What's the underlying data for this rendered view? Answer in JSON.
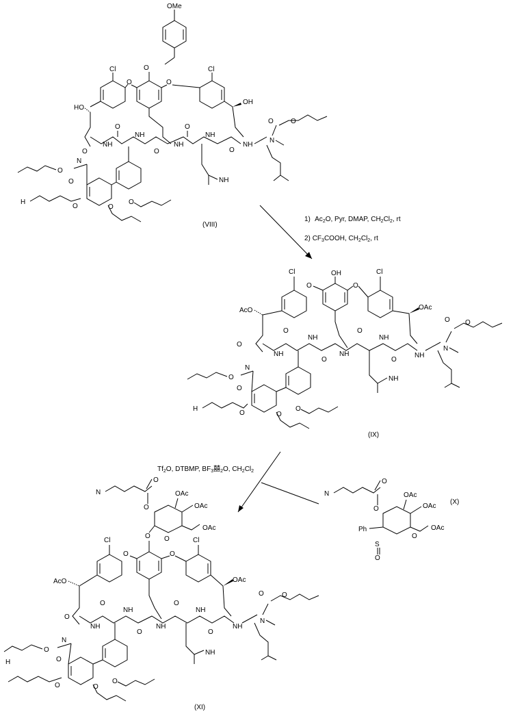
{
  "compounds": {
    "viii": {
      "label": "(VIII)",
      "groups": {
        "ome": "OMe",
        "cl_left": "Cl",
        "cl_right": "Cl",
        "oh_left": "HO",
        "oh_right": "OH",
        "o1": "O",
        "o2": "O",
        "o3": "O",
        "o4": "O",
        "o5": "O",
        "o6": "O",
        "nh1": "NH",
        "nh2": "NH",
        "nh3": "NH",
        "nh4": "NH",
        "nh5": "NH",
        "nh6": "N",
        "n_me": "N",
        "carbamate_o": "O",
        "allyl_o": "O",
        "h2c": "H"
      }
    },
    "ix": {
      "label": "(IX)",
      "groups": {
        "oh": "OH",
        "cl_left": "Cl",
        "cl_right": "Cl",
        "aco_left": "AcO",
        "oac_right": "OAc",
        "o1": "O",
        "o2": "O",
        "n": "N",
        "nh2": "NH",
        "h2c": "H"
      }
    },
    "x": {
      "label": "(X)",
      "groups": {
        "n3": "N",
        "oac1": "OAc",
        "oac2": "OAc",
        "oac3": "OAc",
        "ph": "Ph",
        "s": "S",
        "o": "O"
      }
    },
    "xi": {
      "label": "(XI)",
      "groups": {
        "n3": "N",
        "oac1": "OAc",
        "oac2": "OAc",
        "oac3": "OAc",
        "cl_left": "Cl",
        "cl_right": "Cl",
        "aco_left": "AcO",
        "oac_right": "OAc",
        "nh2": "NH",
        "h2c": "H"
      }
    }
  },
  "reactions": {
    "step1": {
      "cond1": {
        "num": "1)",
        "text": "Ac",
        "sub1": "2",
        "text2": "O, Pyr, DMAP, CH",
        "sub2": "2",
        "text3": "Cl",
        "sub3": "2",
        "text4": ", rt"
      },
      "cond2": {
        "num": "2)",
        "text": "CF",
        "sub1": "3",
        "text2": "COOH, CH",
        "sub2": "2",
        "text3": "Cl",
        "sub3": "2",
        "text4": ", rt"
      }
    },
    "step2": {
      "cond": {
        "t1": "Tf",
        "s1": "2",
        "t2": "O, DTBMP, BF",
        "s2": "3",
        "t3": "囍",
        "s3": "2",
        "t4": "O, CH",
        "s4": "2",
        "t5": "Cl",
        "s5": "2"
      }
    }
  }
}
